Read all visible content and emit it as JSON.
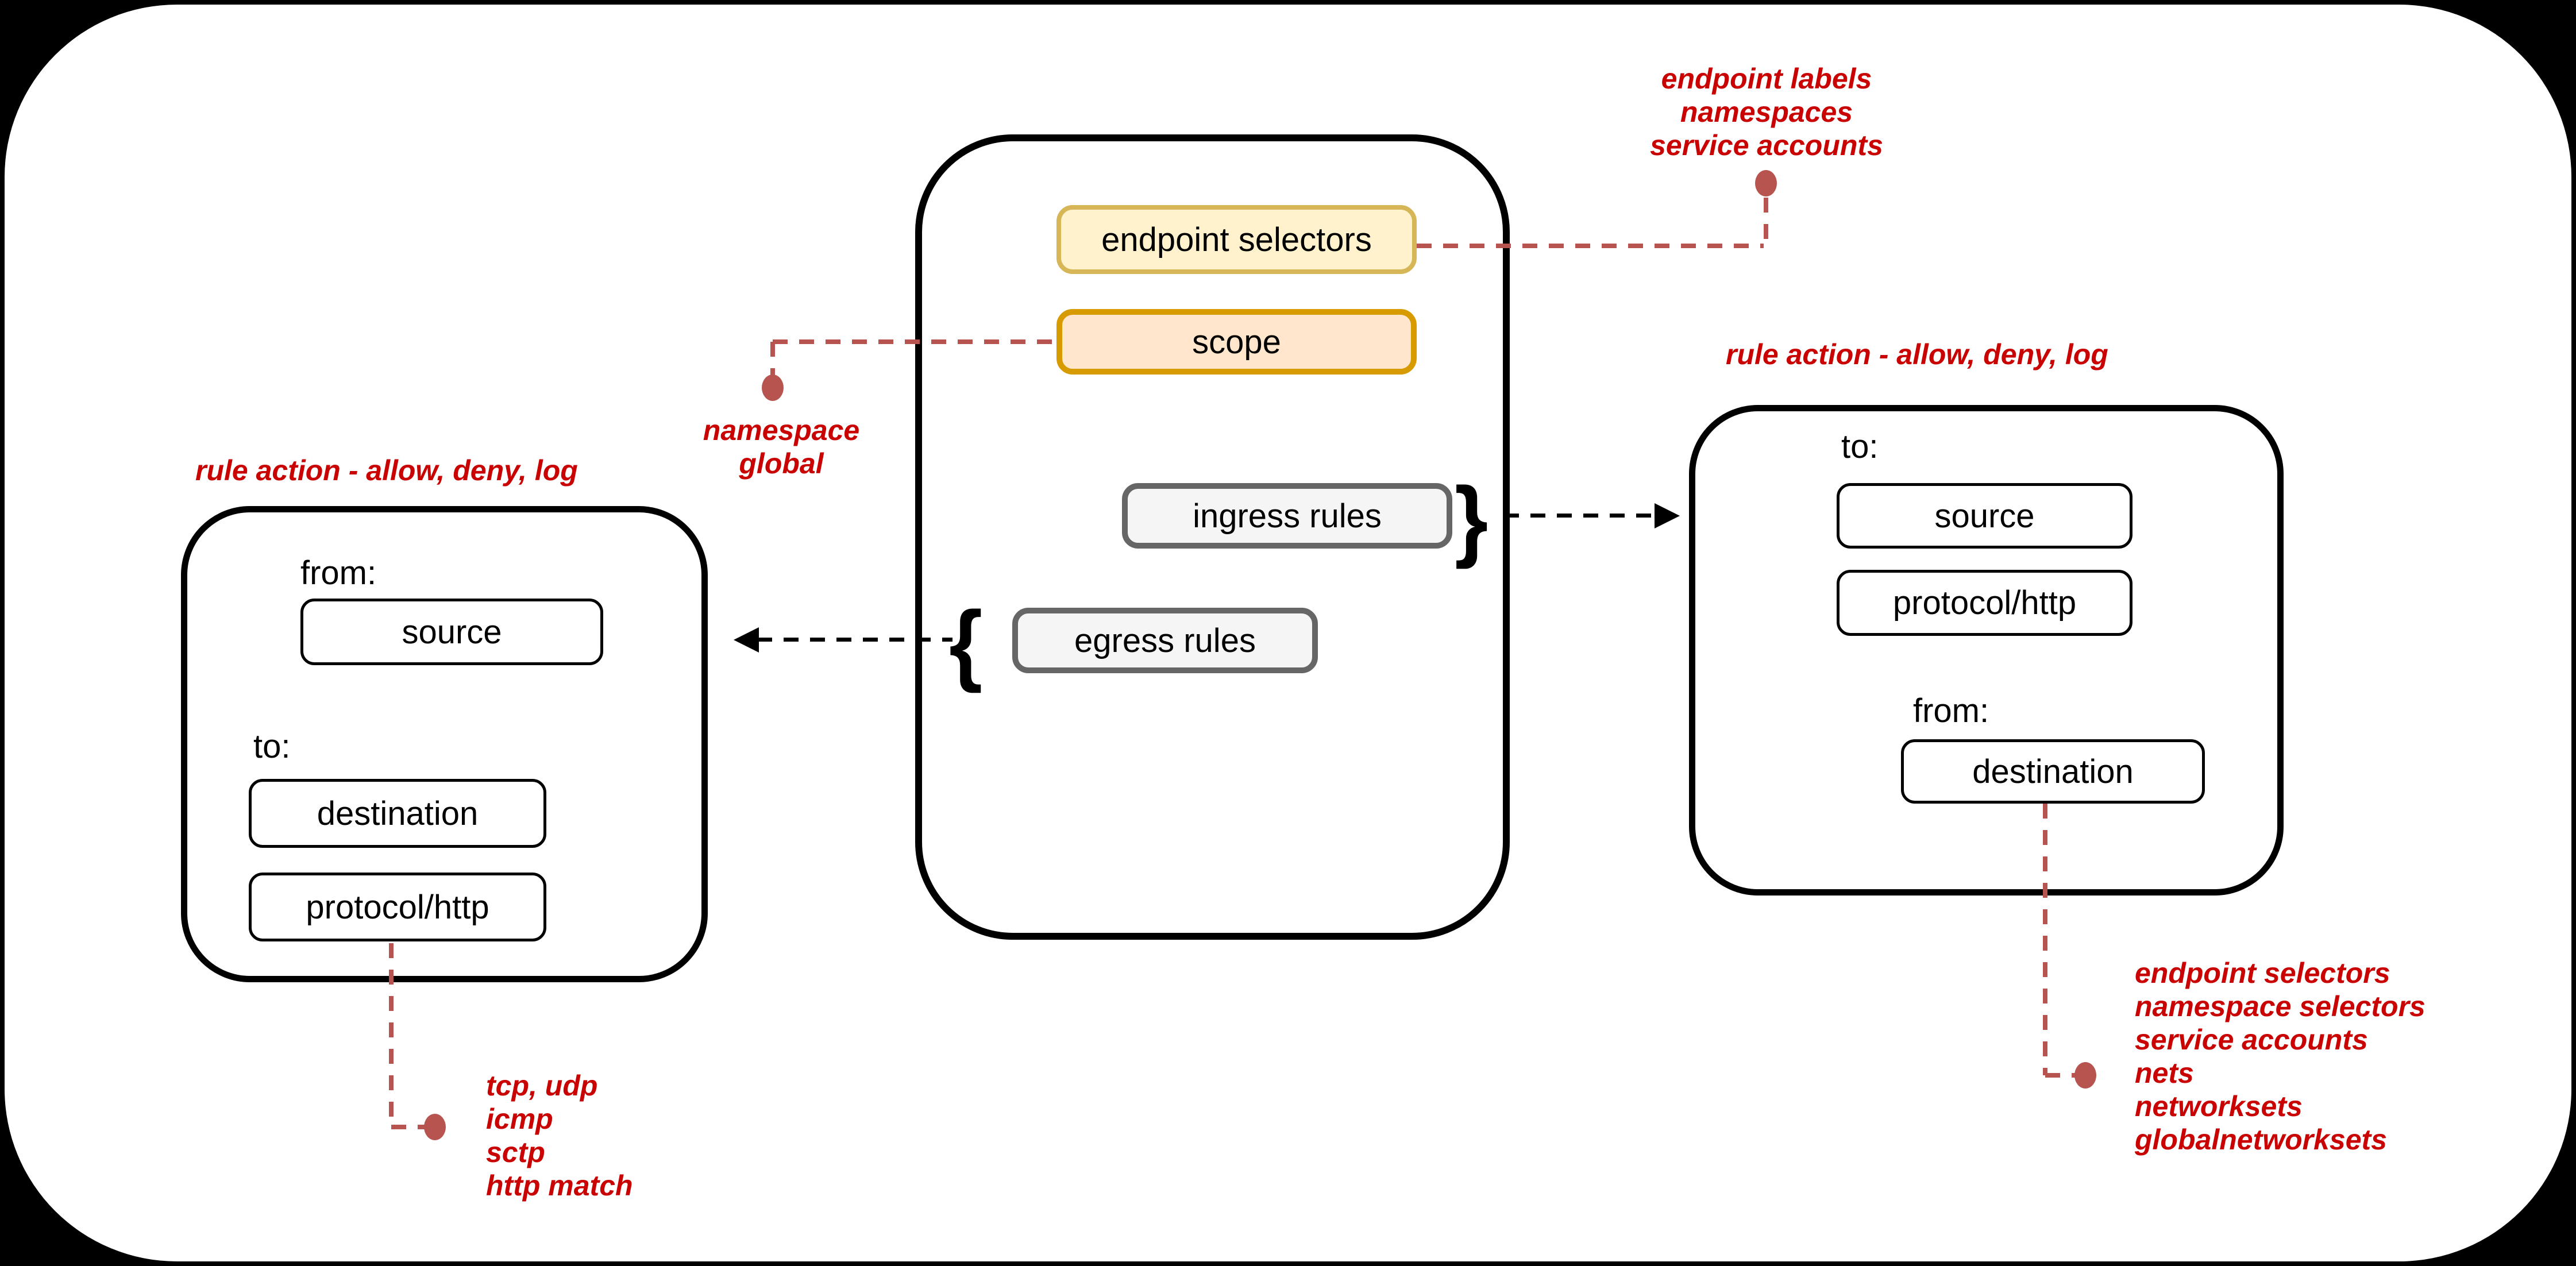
{
  "policy": {
    "endpoint_selectors": "endpoint selectors",
    "scope": "scope",
    "ingress_rules": "ingress rules",
    "egress_rules": "egress rules"
  },
  "egress_rule_box": {
    "from_label": "from:",
    "source": "source",
    "to_label": "to:",
    "destination": "destination",
    "protocol": "protocol/http"
  },
  "ingress_rule_box": {
    "to_label": "to:",
    "source": "source",
    "protocol": "protocol/http",
    "from_label": "from:",
    "destination": "destination"
  },
  "annotations": {
    "left_heading": "rule action - allow, deny, log",
    "right_heading": "rule action - allow, deny, log",
    "top": {
      "lines": [
        "endpoint labels",
        "namespaces",
        "service accounts"
      ]
    },
    "scope_note": {
      "lines": [
        "namespace",
        "global"
      ]
    },
    "protocol_note": {
      "lines": [
        "tcp, udp",
        "icmp",
        "sctp",
        "http match"
      ]
    },
    "destination_note": {
      "lines": [
        "endpoint selectors",
        "namespace selectors",
        "service accounts",
        "nets",
        "networksets",
        "globalnetworksets"
      ]
    }
  },
  "glyphs": {
    "brace_right": "}",
    "brace_left": "{"
  },
  "colors": {
    "annotation_text": "#c90202",
    "connector": "#b85450",
    "yellow_fill": "#fff2cc",
    "yellow_stroke": "#d6b656",
    "orange_fill": "#ffe6cc",
    "orange_stroke": "#d79b00",
    "gray_fill": "#f5f5f5",
    "gray_stroke": "#666666"
  }
}
